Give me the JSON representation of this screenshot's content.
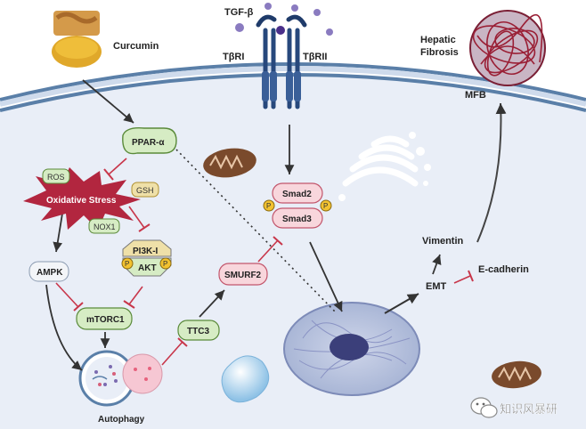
{
  "source": {
    "label": "Curcumin"
  },
  "receptor": {
    "ligand": "TGF-β",
    "type1": "TβRI",
    "type2": "TβRII"
  },
  "fibrosis": {
    "title_line1": "Hepatic",
    "title_line2": "Fibrosis",
    "cell": "MFB"
  },
  "nodes": {
    "ppar": "PPAR-α",
    "ros": "ROS",
    "gsh": "GSH",
    "ox_stress": "Oxidative Stress",
    "nox1": "NOX1",
    "pi3k": "PI3K-I",
    "akt": "AKT",
    "ampk": "AMPK",
    "mtorc1": "mTORC1",
    "autophagy": "Autophagy",
    "ttc3": "TTC3",
    "smurf2": "SMURF2",
    "smad2": "Smad2",
    "smad3": "Smad3",
    "emt": "EMT",
    "vimentin": "Vimentin",
    "ecadherin": "E-cadherin",
    "phospho": "P"
  },
  "watermark": "知识风暴研",
  "colors": {
    "membrane": "#5a7fa8",
    "cytoplasm": "#e9eef7",
    "node_green": "#d6ecc4",
    "node_pink": "#f8d6dc",
    "stress": "#b2263f",
    "inhibit": "#c8364a",
    "phospho": "#f2c230"
  }
}
